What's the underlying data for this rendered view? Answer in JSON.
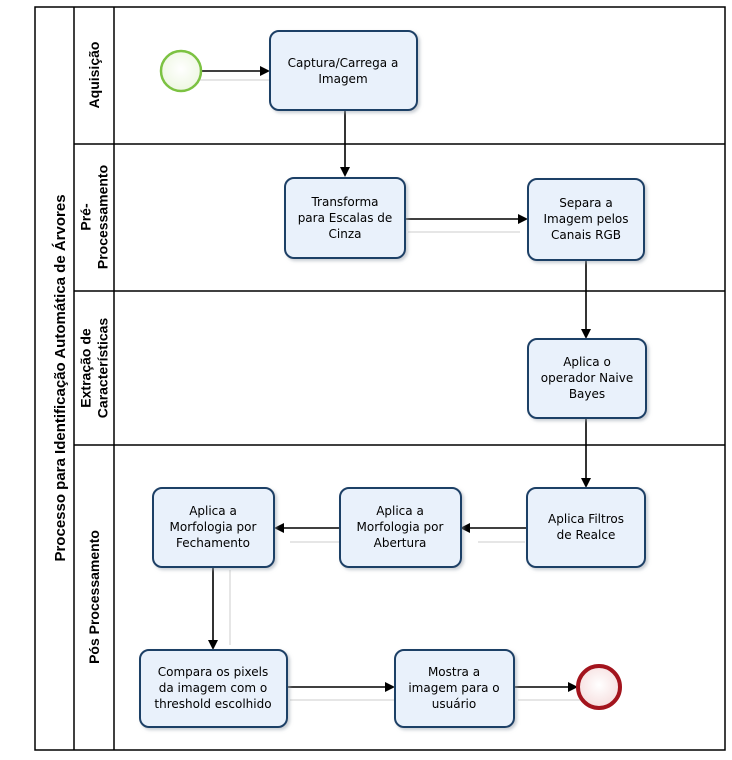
{
  "pool": {
    "title": "Processo para Identificação Automática de Árvores"
  },
  "lanes": [
    {
      "id": "aquisicao",
      "label_lines": [
        "Aquisição"
      ]
    },
    {
      "id": "pre",
      "label_lines": [
        "Pré-",
        "Processamento"
      ]
    },
    {
      "id": "extracao",
      "label_lines": [
        "Extração de",
        "Características"
      ]
    },
    {
      "id": "pos",
      "label_lines": [
        "Pós Processamento"
      ]
    }
  ],
  "tasks": {
    "captura": [
      "Captura/Carrega a",
      "Imagem"
    ],
    "transforma": [
      "Transforma",
      "para Escalas de",
      "Cinza"
    ],
    "separa": [
      "Separa a",
      "Imagem pelos",
      "Canais RGB"
    ],
    "naive": [
      "Aplica o",
      "operador Naive",
      "Bayes"
    ],
    "filtros": [
      "Aplica Filtros",
      "de Realce"
    ],
    "abertura": [
      "Aplica a",
      "Morfologia por",
      "Abertura"
    ],
    "fechamento": [
      "Aplica a",
      "Morfologia por",
      "Fechamento"
    ],
    "compara": [
      "Compara os pixels",
      "da imagem com o",
      "threshold escolhido"
    ],
    "mostra": [
      "Mostra a",
      "imagem para o",
      "usuário"
    ]
  },
  "events": {
    "start_color": "#7cc242",
    "end_color": "#a3141d"
  },
  "colors": {
    "task_fill": "#e9f1fb",
    "task_stroke": "#1f3f66"
  }
}
